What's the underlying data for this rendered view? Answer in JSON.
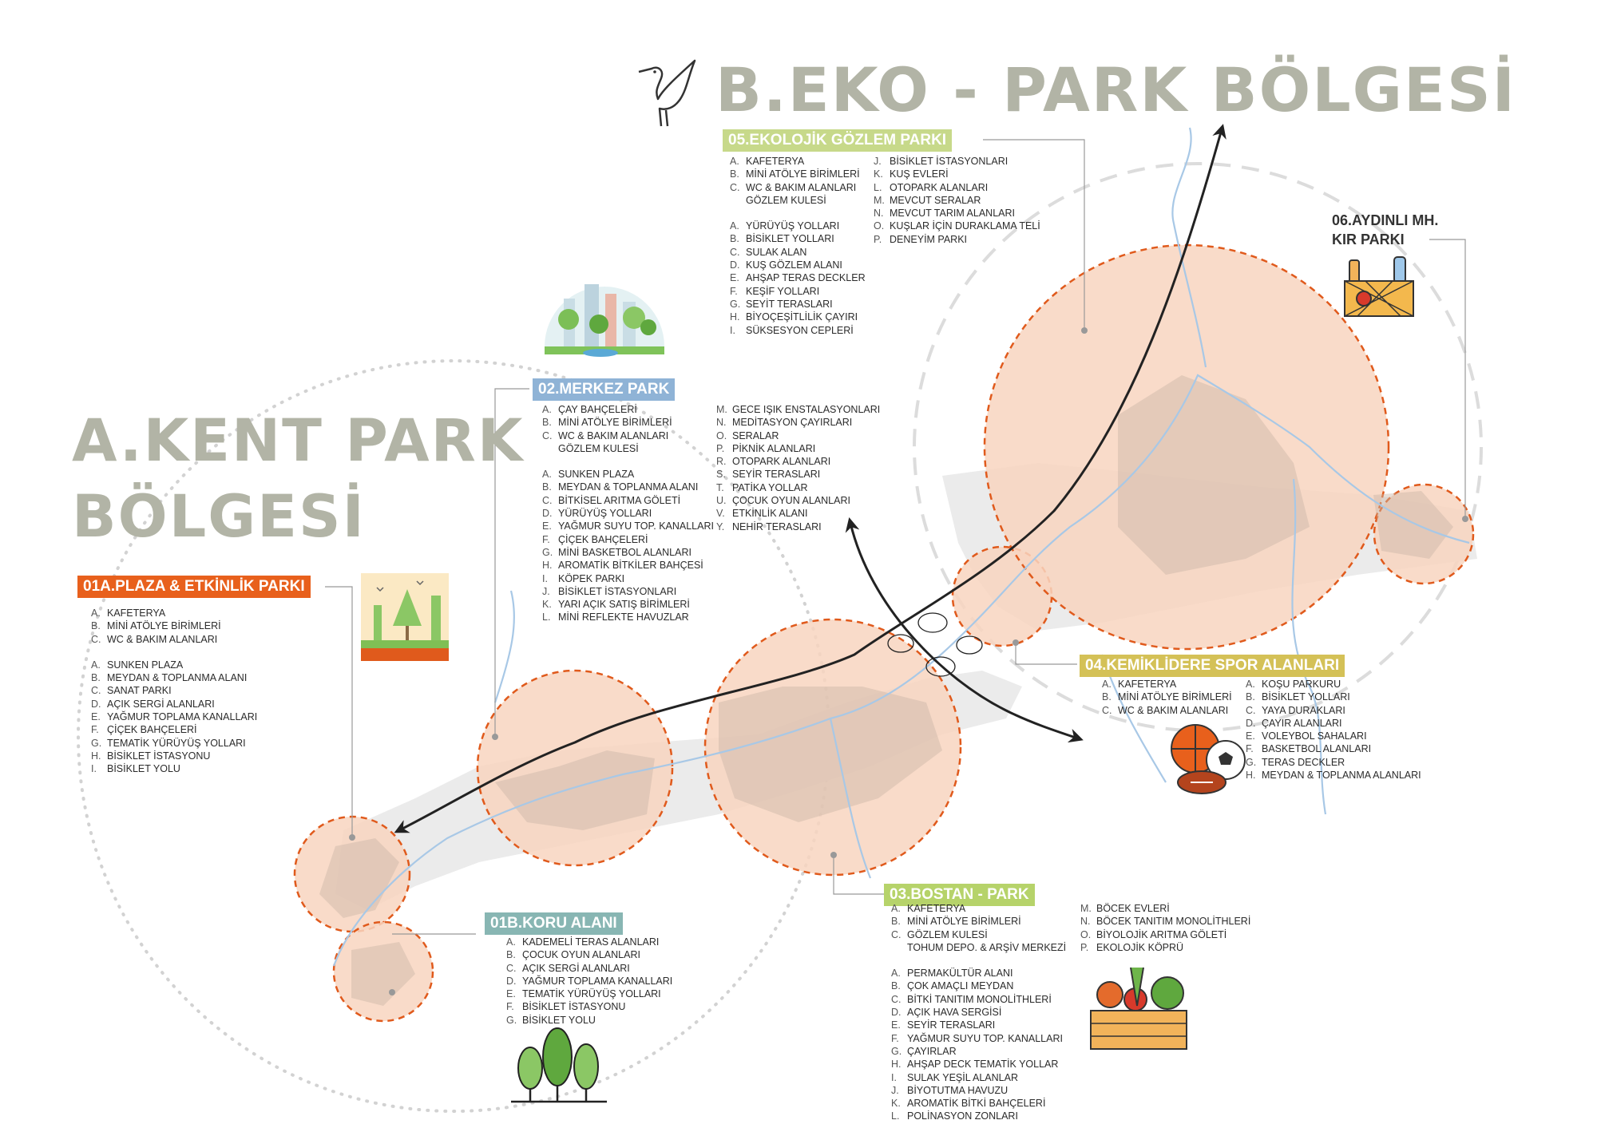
{
  "title_a": [
    "A.KENT PARK",
    "BÖLGESİ"
  ],
  "title_b": "B.EKO - PARK BÖLGESİ",
  "colors": {
    "zone_fill": "#f8d5bf",
    "zone_border": "#e05a1c",
    "stream": "#a8c8e6",
    "title": "#b2b4a6",
    "label_01a": "#e8601c",
    "label_01b": "#88b6b3",
    "label_02": "#8fb3d6",
    "label_03": "#b6d36a",
    "label_04": "#d4c157",
    "label_05": "#c7d98a"
  },
  "icons": [
    "heron-icon",
    "city-park-icon",
    "plaza-icon",
    "forest-icon",
    "vegetables-crate-icon",
    "sports-balls-icon",
    "picnic-basket-icon"
  ],
  "zones": {
    "z01a": {
      "label": "01A.PLAZA & ETKİNLİK PARKI",
      "list1": [
        [
          "A.",
          "KAFETERYA"
        ],
        [
          "B.",
          "MİNİ ATÖLYE BİRİMLERİ"
        ],
        [
          "C.",
          "WC & BAKIM ALANLARI"
        ]
      ],
      "list2": [
        [
          "A.",
          "SUNKEN PLAZA"
        ],
        [
          "B.",
          "MEYDAN & TOPLANMA ALANI"
        ],
        [
          "C.",
          "SANAT PARKI"
        ],
        [
          "D.",
          "AÇIK SERGİ ALANLARI"
        ],
        [
          "E.",
          "YAĞMUR TOPLAMA KANALLARI"
        ],
        [
          "F.",
          "ÇİÇEK BAHÇELERİ"
        ],
        [
          "G.",
          "TEMATİK YÜRÜYÜŞ YOLLARI"
        ],
        [
          "H.",
          "BİSİKLET İSTASYONU"
        ],
        [
          "I.",
          "BİSİKLET YOLU"
        ]
      ]
    },
    "z01b": {
      "label": "01B.KORU ALANI",
      "list1": [
        [
          "A.",
          "KADEMELİ TERAS ALANLARI"
        ],
        [
          "B.",
          "ÇOCUK OYUN ALANLARI"
        ],
        [
          "C.",
          "AÇIK SERGİ ALANLARI"
        ],
        [
          "D.",
          "YAĞMUR TOPLAMA KANALLARI"
        ],
        [
          "E.",
          "TEMATİK YÜRÜYÜŞ YOLLARI"
        ],
        [
          "F.",
          "BİSİKLET İSTASYONU"
        ],
        [
          "G.",
          "BİSİKLET YOLU"
        ]
      ]
    },
    "z02": {
      "label": "02.MERKEZ PARK",
      "list1": [
        [
          "A.",
          "ÇAY BAHÇELERİ"
        ],
        [
          "B.",
          "MİNİ ATÖLYE BİRİMLERİ"
        ],
        [
          "C.",
          "WC & BAKIM ALANLARI"
        ],
        [
          "",
          "GÖZLEM KULESİ"
        ]
      ],
      "list2": [
        [
          "A.",
          "SUNKEN PLAZA"
        ],
        [
          "B.",
          "MEYDAN & TOPLANMA ALANI"
        ],
        [
          "C.",
          "BİTKİSEL ARITMA GÖLETİ"
        ],
        [
          "D.",
          "YÜRÜYÜŞ YOLLARI"
        ],
        [
          "E.",
          "YAĞMUR SUYU TOP. KANALLARI"
        ],
        [
          "F.",
          "ÇİÇEK BAHÇELERİ"
        ],
        [
          "G.",
          "MİNİ BASKETBOL ALANLARI"
        ],
        [
          "H.",
          "AROMATİK BİTKİLER BAHÇESİ"
        ],
        [
          "I.",
          "KÖPEK PARKI"
        ],
        [
          "J.",
          "BİSİKLET İSTASYONLARI"
        ],
        [
          "K.",
          "YARI AÇIK SATIŞ BİRİMLERİ"
        ],
        [
          "L.",
          "MİNİ REFLEKTE HAVUZLAR"
        ]
      ],
      "list3": [
        [
          "M.",
          "GECE IŞIK ENSTALASYONLARI"
        ],
        [
          "N.",
          "MEDİTASYON ÇAYIRLARI"
        ],
        [
          "O.",
          "SERALAR"
        ],
        [
          "P.",
          "PİKNİK ALANLARI"
        ],
        [
          "R.",
          "OTOPARK ALANLARI"
        ],
        [
          "S.",
          "SEYİR TERASLARI"
        ],
        [
          "T.",
          "PATİKA YOLLAR"
        ],
        [
          "U.",
          "ÇOCUK OYUN ALANLARI"
        ],
        [
          "V.",
          "ETKİNLİK ALANI"
        ],
        [
          "Y.",
          "NEHİR TERASLARI"
        ]
      ]
    },
    "z03": {
      "label": "03.BOSTAN - PARK",
      "list1": [
        [
          "A.",
          "KAFETERYA"
        ],
        [
          "B.",
          "MİNİ ATÖLYE BİRİMLERİ"
        ],
        [
          "C.",
          "GÖZLEM KULESİ"
        ],
        [
          "",
          "TOHUM DEPO. & ARŞİV MERKEZİ"
        ]
      ],
      "list2": [
        [
          "A.",
          "PERMAKÜLTÜR ALANI"
        ],
        [
          "B.",
          "ÇOK AMAÇLI MEYDAN"
        ],
        [
          "C.",
          "BİTKİ TANITIM MONOLİTHLERİ"
        ],
        [
          "D.",
          "AÇIK HAVA SERGİSİ"
        ],
        [
          "E.",
          "SEYİR TERASLARI"
        ],
        [
          "F.",
          "YAĞMUR SUYU TOP. KANALLARI"
        ],
        [
          "G.",
          "ÇAYIRLAR"
        ],
        [
          "H.",
          "AHŞAP DECK TEMATİK YOLLAR"
        ],
        [
          "I.",
          "SULAK YEŞİL ALANLAR"
        ],
        [
          "J.",
          "BİYOTUTMA HAVUZU"
        ],
        [
          "K.",
          "AROMATİK BİTKİ BAHÇELERİ"
        ],
        [
          "L.",
          "POLİNASYON ZONLARI"
        ]
      ],
      "list3": [
        [
          "M.",
          "BÖCEK EVLERİ"
        ],
        [
          "N.",
          "BÖCEK TANITIM MONOLİTHLERİ"
        ],
        [
          "O.",
          "BİYOLOJİK ARITMA GÖLETİ"
        ],
        [
          "P.",
          "EKOLOJİK KÖPRÜ"
        ]
      ]
    },
    "z04": {
      "label": "04.KEMİKLİDERE SPOR ALANLARI",
      "list1": [
        [
          "A.",
          "KAFETERYA"
        ],
        [
          "B.",
          "MİNİ ATÖLYE BİRİMLERİ"
        ],
        [
          "C.",
          "WC & BAKIM ALANLARI"
        ]
      ],
      "list2": [
        [
          "A.",
          "KOŞU PARKURU"
        ],
        [
          "B.",
          "BİSİKLET YOLLARI"
        ],
        [
          "C.",
          "YAYA DURAKLARI"
        ],
        [
          "D.",
          "ÇAYIR ALANLARI"
        ],
        [
          "E.",
          "VOLEYBOL SAHALARI"
        ],
        [
          "F.",
          "BASKETBOL ALANLARI"
        ],
        [
          "G.",
          "TERAS DECKLER"
        ],
        [
          "H.",
          "MEYDAN & TOPLANMA ALANLARI"
        ]
      ]
    },
    "z05": {
      "label": "05.EKOLOJİK GÖZLEM PARKI",
      "list1": [
        [
          "A.",
          "KAFETERYA"
        ],
        [
          "B.",
          "MİNİ ATÖLYE BİRİMLERİ"
        ],
        [
          "C.",
          "WC & BAKIM ALANLARI"
        ],
        [
          "",
          "GÖZLEM KULESİ"
        ]
      ],
      "list2": [
        [
          "A.",
          "YÜRÜYÜŞ YOLLARI"
        ],
        [
          "B.",
          "BİSİKLET YOLLARI"
        ],
        [
          "C.",
          "SULAK ALAN"
        ],
        [
          "D.",
          "KUŞ GÖZLEM ALANI"
        ],
        [
          "E.",
          "AHŞAP TERAS DECKLER"
        ],
        [
          "F.",
          "KEŞİF YOLLARI"
        ],
        [
          "G.",
          "SEYİT TERASLARI"
        ],
        [
          "H.",
          "BİYOÇEŞİTLİLİK ÇAYIRI"
        ],
        [
          "I.",
          "SÜKSESYON CEPLERİ"
        ]
      ],
      "list3": [
        [
          "J.",
          "BİSİKLET İSTASYONLARI"
        ],
        [
          "K.",
          "KUŞ EVLERİ"
        ],
        [
          "L.",
          "OTOPARK ALANLARI"
        ],
        [
          "M.",
          "MEVCUT SERALAR"
        ],
        [
          "N.",
          "MEVCUT TARIM ALANLARI"
        ],
        [
          "O.",
          "KUŞLAR İÇİN DURAKLAMA TELİ"
        ],
        [
          "P.",
          "DENEYİM PARKI"
        ]
      ]
    },
    "z06": {
      "label": [
        "06.AYDINLI MH.",
        "KIR PARKI"
      ]
    }
  }
}
